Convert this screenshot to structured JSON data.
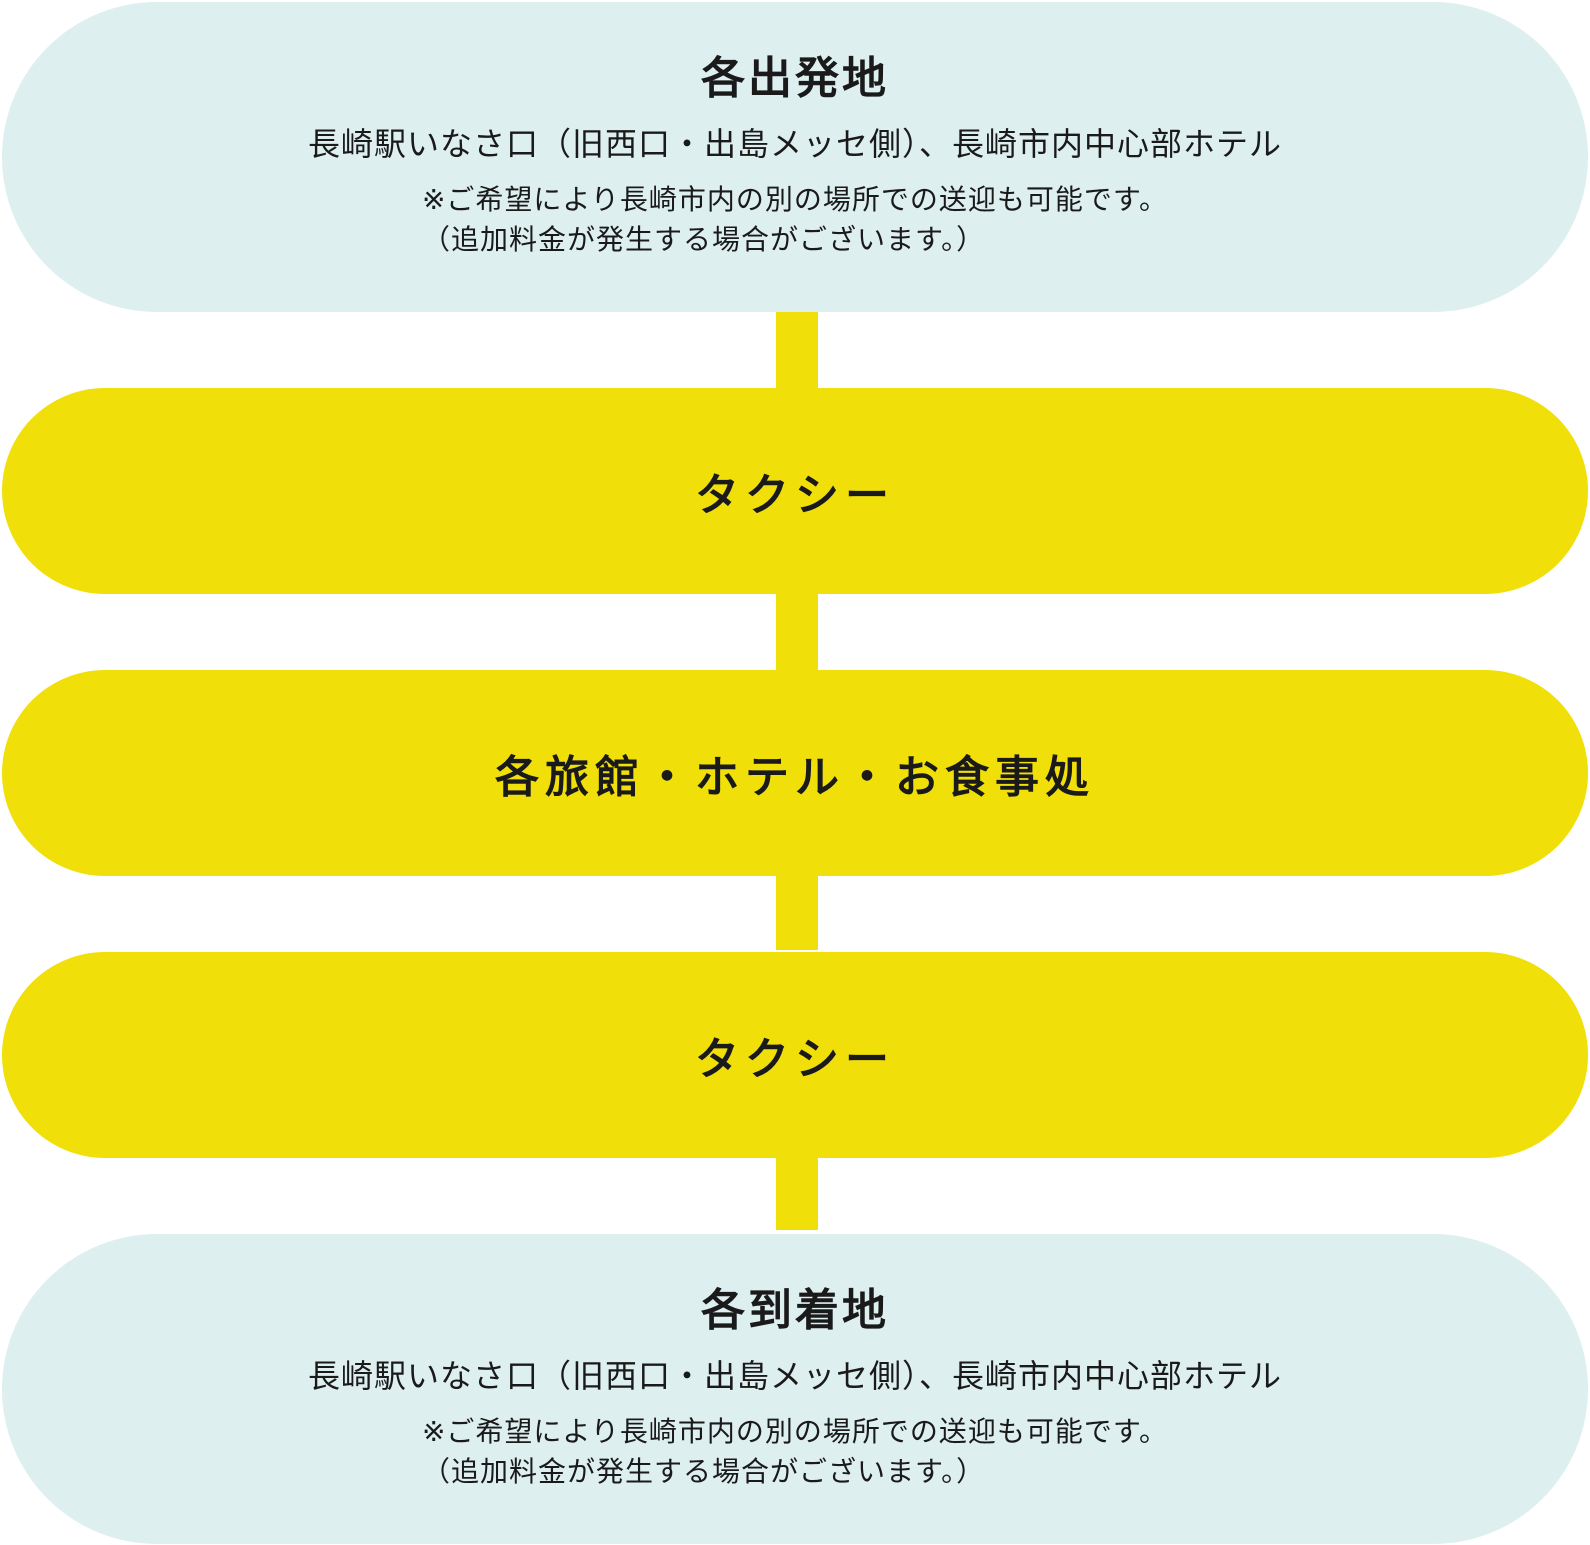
{
  "flow": {
    "origin": {
      "title": "各出発地",
      "location": "長崎駅いなさ口（旧西口・出島メッセ側）、長崎市内中心部ホテル",
      "note_line1": "※ご希望により長崎市内の別の場所での送迎も可能です。",
      "note_line2": "（追加料金が発生する場合がございます。）"
    },
    "step1": {
      "label": "タクシー"
    },
    "stop": {
      "label": "各旅館・ホテル・お食事処"
    },
    "step2": {
      "label": "タクシー"
    },
    "destination": {
      "title": "各到着地",
      "location": "長崎駅いなさ口（旧西口・出島メッセ側）、長崎市内中心部ホテル",
      "note_line1": "※ご希望により長崎市内の別の場所での送迎も可能です。",
      "note_line2": "（追加料金が発生する場合がございます。）"
    },
    "colors": {
      "light_box": "#deeff0",
      "yellow_box": "#f1df0a",
      "connector": "#f1df0a",
      "text": "#1a1a1a"
    }
  }
}
